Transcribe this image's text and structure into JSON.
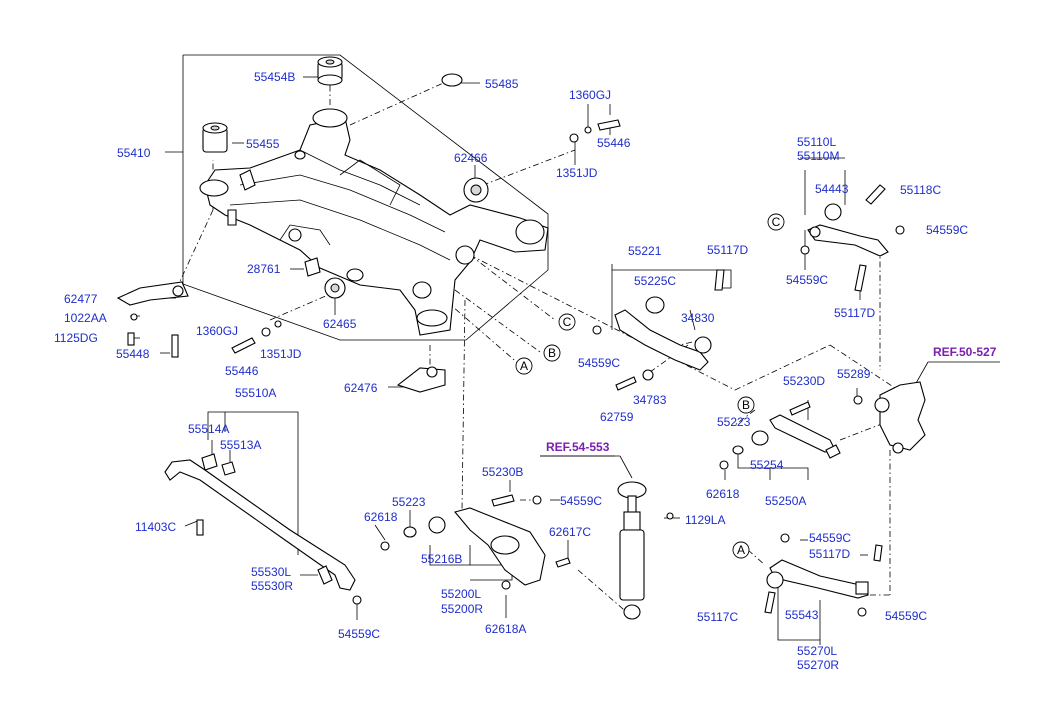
{
  "labels": {
    "l55454B": "55454B",
    "l55485": "55485",
    "l1360GJ_top": "1360GJ",
    "l55446_top": "55446",
    "l55410": "55410",
    "l55455": "55455",
    "l1351JD_top": "1351JD",
    "l62466": "62466",
    "l55110L": "55110L",
    "l55110M": "55110M",
    "l54443": "54443",
    "l55118C": "55118C",
    "l54559C_knuckle_right": "54559C",
    "l54559C_knuckle_left": "54559C",
    "l55117D_knuckle": "55117D",
    "l28761": "28761",
    "l55221": "55221",
    "l55117D_mid": "55117D",
    "l55225C": "55225C",
    "l62477": "62477",
    "l1022AA": "1022AA",
    "l1125DG": "1125DG",
    "l55448": "55448",
    "l1360GJ_bottom": "1360GJ",
    "l1351JD_bottom": "1351JD",
    "l55446_bottom": "55446",
    "l62465": "62465",
    "l34830": "34830",
    "l54559C_arm": "54559C",
    "l34783": "34783",
    "l62759": "62759",
    "l62476": "62476",
    "l55510A": "55510A",
    "l55514A": "55514A",
    "l55513A": "55513A",
    "l11403C": "11403C",
    "l55530L": "55530L",
    "l55530R": "55530R",
    "l54559C_stab": "54559C",
    "l55230D": "55230D",
    "l55289": "55289",
    "l55223_right": "55223",
    "l55254": "55254",
    "l62618_right": "62618",
    "l55250A": "55250A",
    "l55230B": "55230B",
    "l55223_low": "55223",
    "l62618_low": "62618",
    "l54559C_low": "54559C",
    "l1129LA": "1129LA",
    "l62617C": "62617C",
    "l55216B": "55216B",
    "l55200L": "55200L",
    "l55200R": "55200R",
    "l62618A": "62618A",
    "l54559C_link_top": "54559C",
    "l55117D_link": "55117D",
    "l55117C": "55117C",
    "l55543": "55543",
    "l54559C_link_right": "54559C",
    "l55270L": "55270L",
    "l55270R": "55270R"
  },
  "refs": {
    "ref_50_527": "REF.50-527",
    "ref_54_553": "REF.54-553"
  },
  "section_markers": {
    "A": "A",
    "B": "B",
    "C": "C"
  },
  "colors": {
    "label": "#1f2ecb",
    "ref": "#7a1fb0",
    "line": "#000000",
    "background": "#ffffff"
  }
}
